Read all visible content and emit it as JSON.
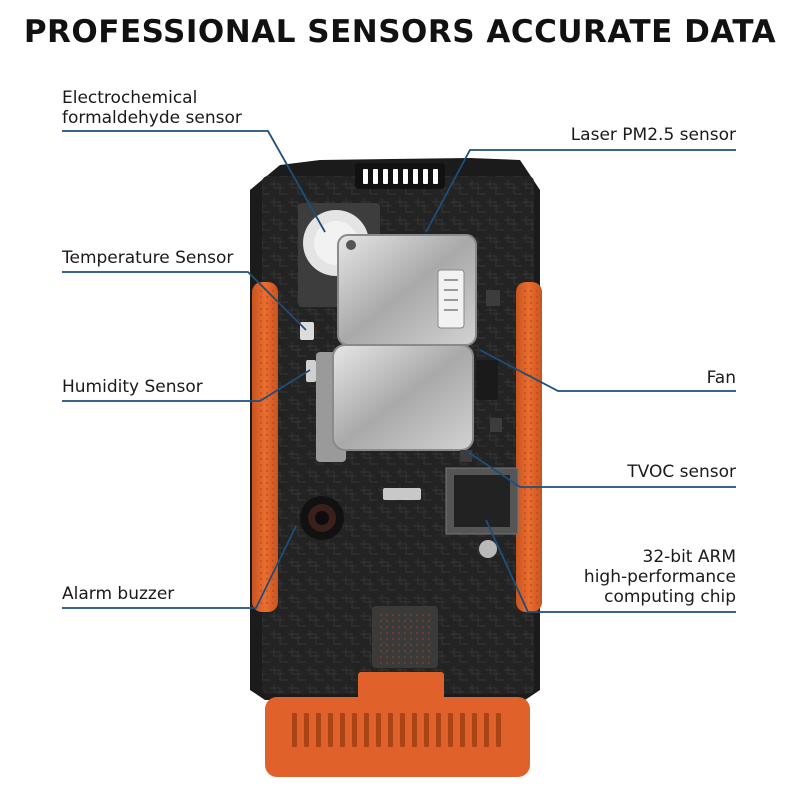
{
  "title": "PROFESSIONAL SENSORS ACCURATE DATA",
  "labels": {
    "formaldehyde_line1": "Electrochemical",
    "formaldehyde_line2": "formaldehyde sensor",
    "laser_pm25": "Laser PM2.5 sensor",
    "temperature": "Temperature Sensor",
    "humidity": "Humidity Sensor",
    "fan": "Fan",
    "tvoc": "TVOC sensor",
    "chip_line1": "32-bit ARM",
    "chip_line2": "high-performance",
    "chip_line3": "computing chip",
    "alarm": "Alarm buzzer"
  },
  "colors": {
    "leader_line": "#1f4e79",
    "housing": "#1b1b1b",
    "orange": "#e0622a",
    "board": "#232323",
    "metal": "#b9b9b9"
  }
}
